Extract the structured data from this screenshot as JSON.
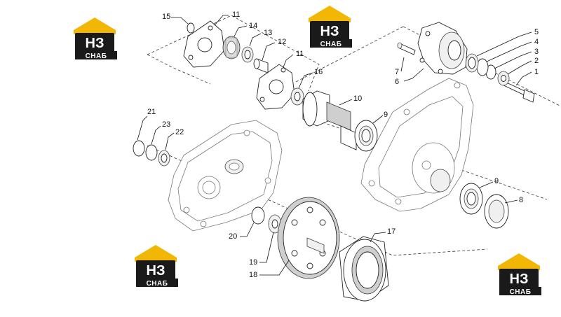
{
  "logo": {
    "main_text": "НЗ",
    "sub_text": "СНАБ",
    "colors": {
      "roof": "#f2b705",
      "box": "#1a1a1a",
      "text": "#ffffff"
    }
  },
  "callouts": [
    "1",
    "2",
    "3",
    "4",
    "5",
    "6",
    "7",
    "8",
    "9",
    "9",
    "10",
    "11",
    "11",
    "12",
    "13",
    "14",
    "15",
    "16",
    "17",
    "18",
    "19",
    "20",
    "21",
    "22",
    "23"
  ]
}
